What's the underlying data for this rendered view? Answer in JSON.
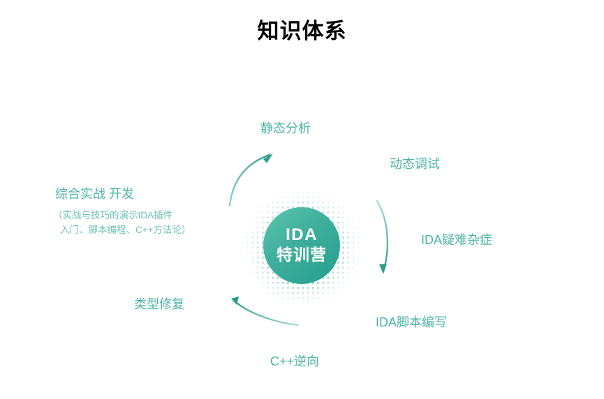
{
  "page": {
    "title": "知识体系",
    "background_color": "#ffffff",
    "accent_color": "#4bb5a4",
    "accent_dark_color": "#2a9e8d",
    "accent_light_color": "#6cc2b4"
  },
  "center": {
    "name": "IDA 特训营",
    "line1": "IDA",
    "line2": "特训营",
    "text_color": "#ffffff",
    "gradient_from": "#5ec7b1",
    "gradient_to": "#2a9e8d"
  },
  "nodes": [
    {
      "id": "static-analysis",
      "label": "静态分析",
      "position": "top"
    },
    {
      "id": "dynamic-debug",
      "label": "动态调试",
      "position": "top-right"
    },
    {
      "id": "ida-troubleshoot",
      "label": "IDA疑难杂症",
      "position": "right"
    },
    {
      "id": "ida-scripting",
      "label": "IDA脚本编写",
      "position": "bottom-right"
    },
    {
      "id": "cpp-reversing",
      "label": "C++逆向",
      "position": "bottom"
    },
    {
      "id": "type-repair",
      "label": "类型修复",
      "position": "bottom-left"
    },
    {
      "id": "comprehensive",
      "label": "综合实战 开发",
      "position": "left"
    }
  ],
  "comprehensive_detail": {
    "line1": "（实战与技巧的演示IDA插件",
    "line2": "入门、脚本编程、C++方法论）"
  },
  "arrows": [
    {
      "id": "arrow-top-left",
      "direction": "clockwise-up-right"
    },
    {
      "id": "arrow-right",
      "direction": "clockwise-down"
    },
    {
      "id": "arrow-bottom-left",
      "direction": "clockwise-up-left"
    }
  ]
}
